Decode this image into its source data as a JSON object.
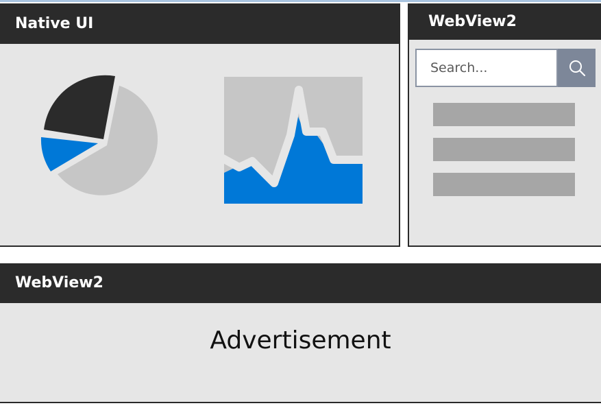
{
  "native_pane": {
    "title": "Native UI",
    "pie_chart": {
      "slices": [
        {
          "name": "large-slice",
          "color": "#c6c6c6"
        },
        {
          "name": "dark-slice",
          "color": "#2b2b2b"
        },
        {
          "name": "blue-slice",
          "color": "#0078d7"
        }
      ]
    },
    "area_chart": {
      "background_color": "#c6c6c6",
      "fill_color": "#0078d7",
      "line_color": "#e6e6e6"
    }
  },
  "side_webview": {
    "title": "WebView2",
    "search": {
      "placeholder": "Search..."
    },
    "icons": {
      "search": "search-icon"
    },
    "list_bar_color": "#a6a6a6"
  },
  "bottom_webview": {
    "title": "WebView2",
    "content_text": "Advertisement"
  },
  "colors": {
    "header": "#2b2b2b",
    "pane_background": "#e6e6e6",
    "accent": "#0078d7"
  }
}
